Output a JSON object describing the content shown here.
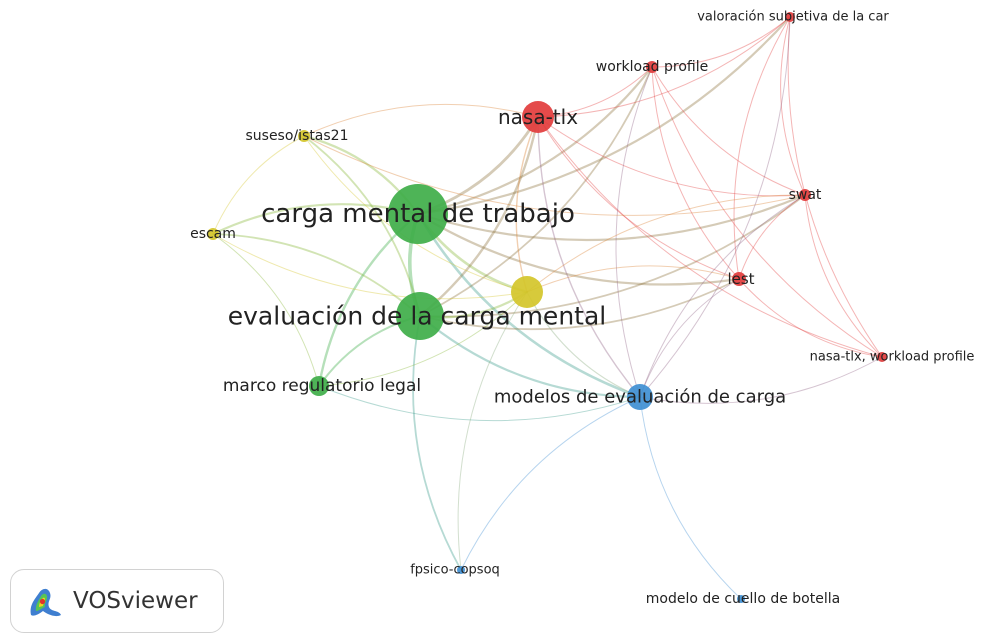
{
  "colors": {
    "green": "#3fae49",
    "red": "#e23c3c",
    "yellow": "#d4c52a",
    "blue": "#3f8fd3"
  },
  "nodes": [
    {
      "id": "n1",
      "label": "carga mental de trabajo",
      "cluster": "green",
      "weight": 10
    },
    {
      "id": "n2",
      "label": "evaluación de la carga mental",
      "cluster": "green",
      "weight": 8
    },
    {
      "id": "n3",
      "label": "marco regulatorio legal",
      "cluster": "green",
      "weight": 2
    },
    {
      "id": "n4",
      "label": "nasa-tlx",
      "cluster": "red",
      "weight": 4
    },
    {
      "id": "n5",
      "label": "workload profile",
      "cluster": "red",
      "weight": 1
    },
    {
      "id": "n6",
      "label": "valoración subjetiva de la car",
      "cluster": "red",
      "weight": 1
    },
    {
      "id": "n7",
      "label": "swat",
      "cluster": "red",
      "weight": 1
    },
    {
      "id": "n8",
      "label": "lest",
      "cluster": "red",
      "weight": 1
    },
    {
      "id": "n9",
      "label": "nasa-tlx, workload profile",
      "cluster": "red",
      "weight": 1
    },
    {
      "id": "n10",
      "label": "suseso/istas21",
      "cluster": "yellow",
      "weight": 1
    },
    {
      "id": "n11",
      "label": "escam",
      "cluster": "yellow",
      "weight": 1
    },
    {
      "id": "n12",
      "label": "",
      "cluster": "yellow",
      "weight": 3
    },
    {
      "id": "n13",
      "label": "modelos de evaluación de carga",
      "cluster": "blue",
      "weight": 3
    },
    {
      "id": "n14",
      "label": "fpsico-copsoq",
      "cluster": "blue",
      "weight": 1
    },
    {
      "id": "n15",
      "label": "modelo de cuello de botella",
      "cluster": "blue",
      "weight": 1
    }
  ],
  "links": [
    [
      "n1",
      "n2"
    ],
    [
      "n1",
      "n3"
    ],
    [
      "n1",
      "n4"
    ],
    [
      "n1",
      "n5"
    ],
    [
      "n1",
      "n6"
    ],
    [
      "n1",
      "n7"
    ],
    [
      "n1",
      "n8"
    ],
    [
      "n1",
      "n10"
    ],
    [
      "n1",
      "n11"
    ],
    [
      "n1",
      "n12"
    ],
    [
      "n1",
      "n13"
    ],
    [
      "n2",
      "n3"
    ],
    [
      "n2",
      "n4"
    ],
    [
      "n2",
      "n5"
    ],
    [
      "n2",
      "n7"
    ],
    [
      "n2",
      "n8"
    ],
    [
      "n2",
      "n10"
    ],
    [
      "n2",
      "n11"
    ],
    [
      "n2",
      "n12"
    ],
    [
      "n2",
      "n13"
    ],
    [
      "n2",
      "n14"
    ],
    [
      "n3",
      "n11"
    ],
    [
      "n3",
      "n12"
    ],
    [
      "n3",
      "n13"
    ],
    [
      "n4",
      "n5"
    ],
    [
      "n4",
      "n6"
    ],
    [
      "n4",
      "n7"
    ],
    [
      "n4",
      "n8"
    ],
    [
      "n4",
      "n9"
    ],
    [
      "n4",
      "n10"
    ],
    [
      "n4",
      "n12"
    ],
    [
      "n4",
      "n13"
    ],
    [
      "n5",
      "n6"
    ],
    [
      "n5",
      "n7"
    ],
    [
      "n5",
      "n8"
    ],
    [
      "n5",
      "n9"
    ],
    [
      "n5",
      "n13"
    ],
    [
      "n6",
      "n7"
    ],
    [
      "n6",
      "n8"
    ],
    [
      "n6",
      "n9"
    ],
    [
      "n7",
      "n8"
    ],
    [
      "n7",
      "n9"
    ],
    [
      "n7",
      "n12"
    ],
    [
      "n7",
      "n13"
    ],
    [
      "n8",
      "n9"
    ],
    [
      "n8",
      "n12"
    ],
    [
      "n8",
      "n13"
    ],
    [
      "n10",
      "n11"
    ],
    [
      "n10",
      "n12"
    ],
    [
      "n10",
      "n7"
    ],
    [
      "n11",
      "n12"
    ],
    [
      "n12",
      "n13"
    ],
    [
      "n12",
      "n14"
    ],
    [
      "n13",
      "n14"
    ],
    [
      "n13",
      "n15"
    ],
    [
      "n13",
      "n9"
    ],
    [
      "n13",
      "n6"
    ]
  ],
  "branding": {
    "name": "VOSviewer",
    "logo_icon": "vosviewer-heatmap-logo"
  }
}
